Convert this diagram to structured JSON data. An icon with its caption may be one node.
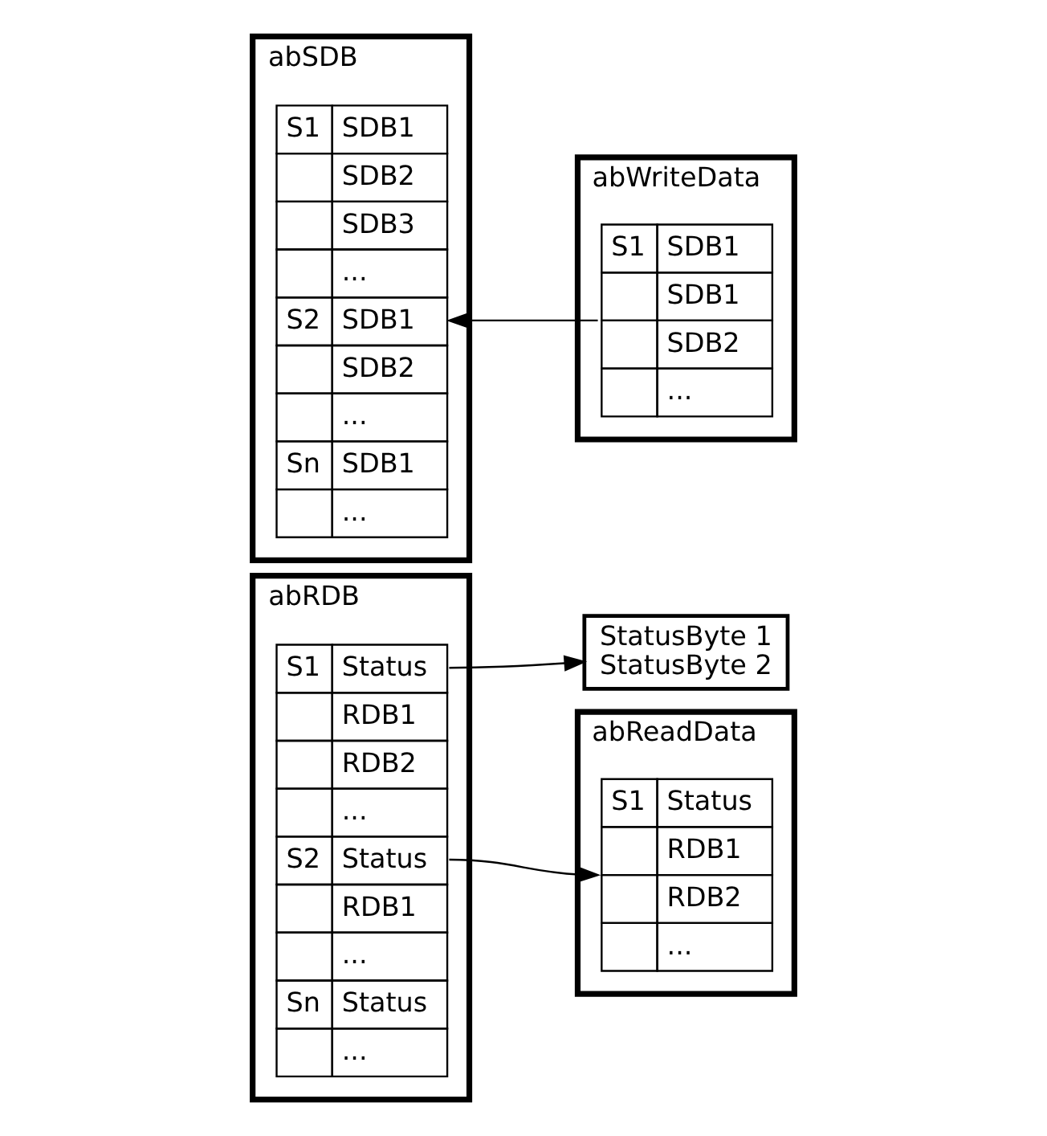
{
  "diagram": {
    "nodes": [
      {
        "text": [
          "abRDB"
        ]
      },
      {
        "text": [
          "S1",
          "Status",
          "RDB1",
          "RDB2",
          "...",
          "S2",
          "Status",
          "RDB1",
          "...",
          "Sn",
          "Status",
          "..."
        ],
        "in": 0
      },
      {
        "text": [
          "StatusByte 1",
          "StatusByte 2"
        ]
      },
      {
        "text": [
          "abReadData"
        ]
      },
      {
        "text": [
          "S1",
          "Status",
          "RDB1",
          "RDB2",
          "..."
        ],
        "in": 3
      },
      {
        "text": [
          "abSDB"
        ]
      },
      {
        "text": [
          "S1",
          "SDB1",
          "SDB2",
          "SDB3",
          "...",
          "S2",
          "SDB1",
          "SDB2",
          "...",
          "Sn",
          "SDB1",
          "..."
        ],
        "in": 5
      },
      {
        "text": [
          "abWriteData"
        ]
      },
      {
        "text": [
          "S1",
          "SDB1",
          "SDB1",
          "SDB2",
          "..."
        ],
        "in": 7
      }
    ],
    "edges": [
      {
        "from": 1,
        "to": 2,
        "arrow": "to"
      },
      {
        "from": 1,
        "to": 4,
        "arrow": "to"
      },
      {
        "from": 8,
        "to": 6,
        "arrow": "to"
      }
    ]
  }
}
